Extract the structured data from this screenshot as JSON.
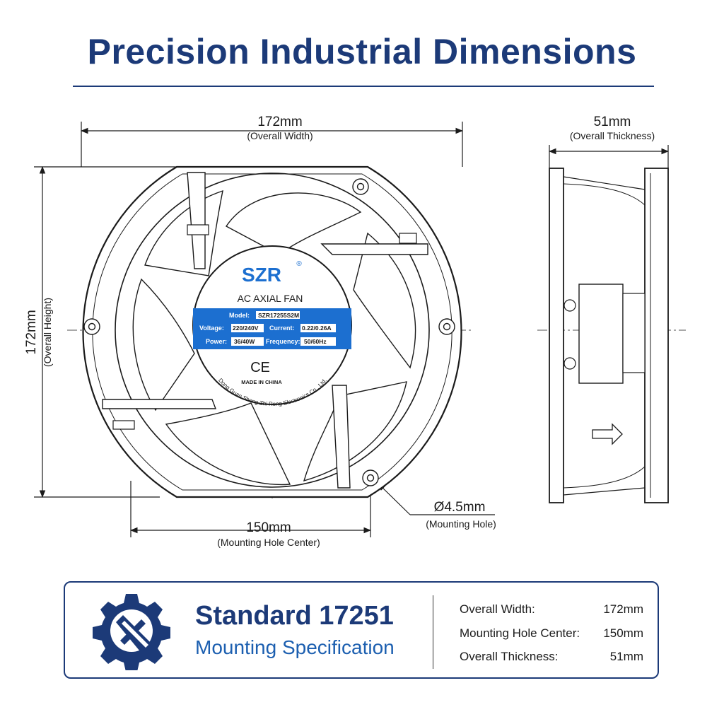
{
  "title": "Precision Industrial Dimensions",
  "dimensions": {
    "width": {
      "value": "172mm",
      "label": "(Overall Width)"
    },
    "height": {
      "value": "172mm",
      "label": "(Overall Height)"
    },
    "thickness": {
      "value": "51mm",
      "label": "(Overall Thickness)"
    },
    "mounting_center": {
      "value": "150mm",
      "label": "(Mounting Hole Center)"
    },
    "hole": {
      "value": "Ø4.5mm",
      "label": "(Mounting Hole)"
    }
  },
  "fan_label": {
    "brand": "SZR",
    "registered": "®",
    "type": "AC AXIAL FAN",
    "model_key": "Model:",
    "model_val": "SZR17255S2M",
    "voltage_key": "Voltage:",
    "voltage_val": "220/240V",
    "current_key": "Current:",
    "current_val": "0.22/0.26A",
    "power_key": "Power:",
    "power_val": "36/40W",
    "frequency_key": "Frequency:",
    "frequency_val": "50/60Hz",
    "ce_mark": "CE",
    "made_in": "MADE IN CHINA",
    "manufacturer": "Dong Guan Sheng Zhi Rong Electronics Co., Ltd."
  },
  "spec_card": {
    "title": "Standard 17251",
    "subtitle": "Mounting Specification",
    "rows": [
      {
        "key": "Overall Width:",
        "value": "172mm"
      },
      {
        "key": "Mounting Hole Center:",
        "value": "150mm"
      },
      {
        "key": "Overall Thickness:",
        "value": "51mm"
      }
    ]
  },
  "colors": {
    "navy": "#1c3a78",
    "label_blue": "#1c6fd0",
    "line": "#1b1b1b"
  },
  "icons": {
    "gear": "gear-caliper-icon",
    "airflow": "airflow-arrow-icon"
  }
}
